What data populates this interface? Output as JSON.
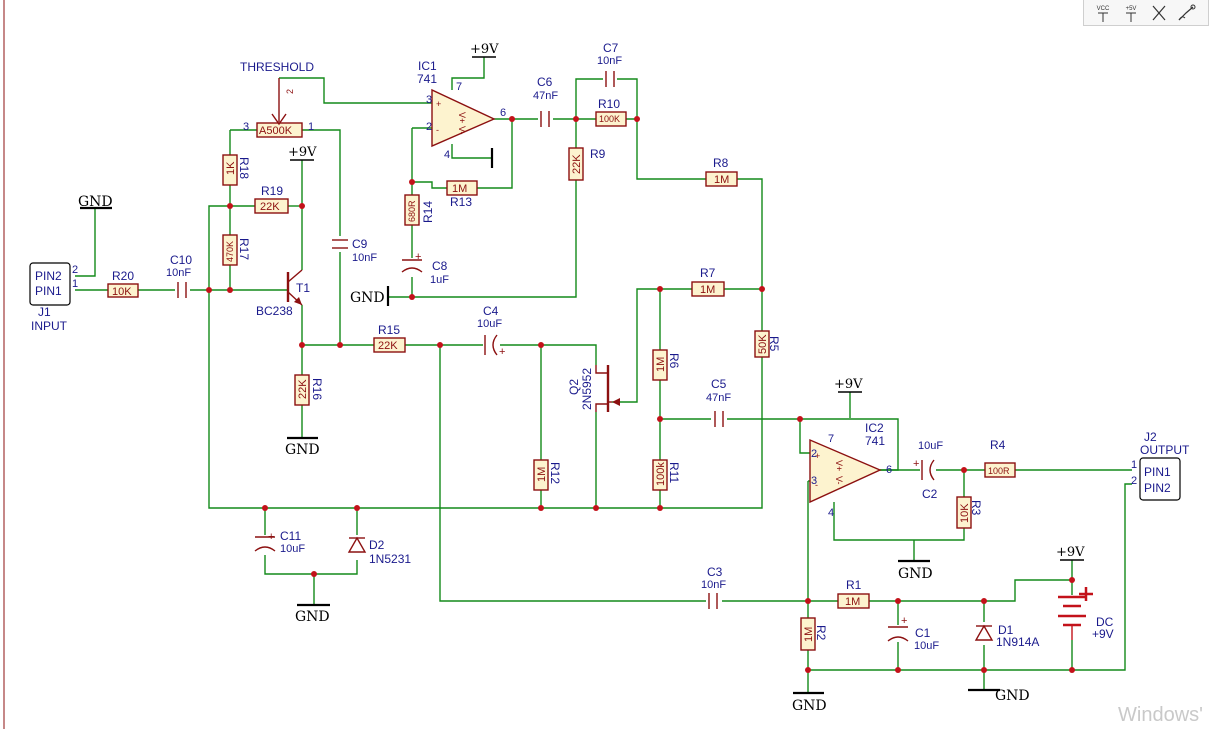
{
  "toolbar": {
    "items": [
      {
        "name": "vcc-symbol-tool",
        "label": "VCC"
      },
      {
        "name": "plus5v-symbol-tool",
        "label": "+5V"
      },
      {
        "name": "no-connect-tool",
        "label": ""
      },
      {
        "name": "probe-tool",
        "label": ""
      }
    ]
  },
  "watermark": "Windows'",
  "labels": {
    "gnd": "GND",
    "threshold": "THRESHOLD",
    "vcc": "+9V",
    "pin_2": "2",
    "pin_1": "1",
    "pin_3": "3",
    "pin_4": "4",
    "pin_6": "6",
    "pin_7": "7",
    "op_plus": "+",
    "op_minus": "-",
    "v_plus": "V+",
    "v_minus": "V-"
  },
  "components": {
    "J1": {
      "ref": "J1",
      "value": "INPUT",
      "pin1": "PIN1",
      "pin2": "PIN2"
    },
    "J2": {
      "ref": "J2",
      "value": "OUTPUT",
      "pin1": "PIN1",
      "pin2": "PIN2"
    },
    "R20": {
      "ref": "R20",
      "value": "10K"
    },
    "C10": {
      "ref": "C10",
      "value": "10nF"
    },
    "R18": {
      "ref": "R18",
      "value": "1K"
    },
    "R19": {
      "ref": "R19",
      "value": "22K"
    },
    "R17": {
      "ref": "R17",
      "value": "470K"
    },
    "POT": {
      "value": "A500K"
    },
    "T1": {
      "ref": "T1",
      "value": "BC238"
    },
    "C9": {
      "ref": "C9",
      "value": "10nF"
    },
    "R16": {
      "ref": "R16",
      "value": "22K"
    },
    "R15": {
      "ref": "R15",
      "value": "22K"
    },
    "IC1": {
      "ref": "IC1",
      "value": "741"
    },
    "R13": {
      "ref": "R13",
      "value": "1M"
    },
    "R14": {
      "ref": "R14",
      "value": "680R"
    },
    "C8": {
      "ref": "C8",
      "value": "1uF"
    },
    "C6": {
      "ref": "C6",
      "value": "47nF"
    },
    "C7": {
      "ref": "C7",
      "value": "10nF"
    },
    "R10": {
      "ref": "R10",
      "value": "100K"
    },
    "R9": {
      "ref": "R9",
      "value": "22K"
    },
    "R8": {
      "ref": "R8",
      "value": "1M"
    },
    "R7": {
      "ref": "R7",
      "value": "1M"
    },
    "R5": {
      "ref": "R5",
      "value": "50K"
    },
    "C4": {
      "ref": "C4",
      "value": "10uF"
    },
    "Q2": {
      "ref": "Q2",
      "value": "2N5952"
    },
    "R6": {
      "ref": "R6",
      "value": "1M"
    },
    "C5": {
      "ref": "C5",
      "value": "47nF"
    },
    "R12": {
      "ref": "R12",
      "value": "1M"
    },
    "R11": {
      "ref": "R11",
      "value": "100k"
    },
    "IC2": {
      "ref": "IC2",
      "value": "741"
    },
    "C2": {
      "ref": "C2",
      "value": "10uF"
    },
    "R4": {
      "ref": "R4",
      "value": "100R"
    },
    "R3": {
      "ref": "R3",
      "value": "10K"
    },
    "C11": {
      "ref": "C11",
      "value": "10uF"
    },
    "D2": {
      "ref": "D2",
      "value": "1N5231"
    },
    "C3": {
      "ref": "C3",
      "value": "10nF"
    },
    "R1": {
      "ref": "R1",
      "value": "1M"
    },
    "R2": {
      "ref": "R2",
      "value": "1M"
    },
    "C1": {
      "ref": "C1",
      "value": "10uF"
    },
    "D1": {
      "ref": "D1",
      "value": "1N914A"
    },
    "DC": {
      "ref": "DC",
      "value": "+9V"
    }
  },
  "colors": {
    "wire": "#138a1a",
    "part": "#8c1010",
    "text": "#1a1a8c",
    "junction": "#c3121a",
    "power": "#000000"
  }
}
